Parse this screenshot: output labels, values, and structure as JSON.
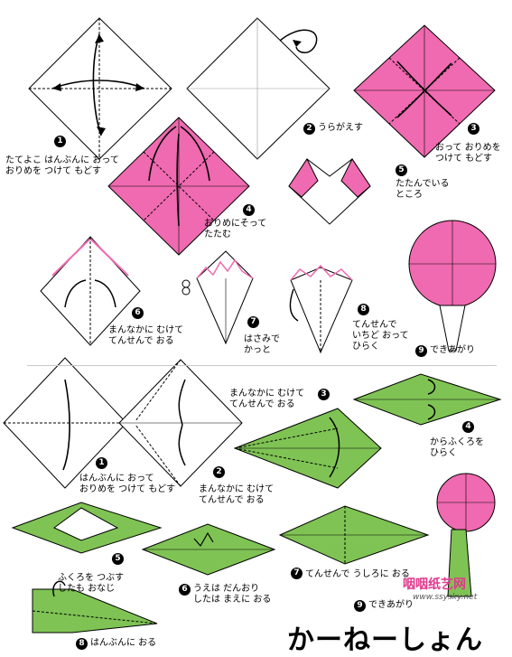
{
  "colors": {
    "pink": "#ef6ab0",
    "green": "#7fc354",
    "line": "#000000"
  },
  "upper": {
    "steps": [
      {
        "num": "1",
        "caption": "たてよこ はんぶんに おって\nおりめを つけて もどす"
      },
      {
        "num": "2",
        "caption": "うらがえす"
      },
      {
        "num": "3",
        "caption": "おって おりめを\nつけて もどす"
      },
      {
        "num": "4",
        "caption": "おりめにそって\nたたむ"
      },
      {
        "num": "5",
        "caption": "たたんでいる\nところ"
      },
      {
        "num": "6",
        "caption": "まんなかに むけて\nてんせんで おる"
      },
      {
        "num": "7",
        "caption": "はさみで\nかっと"
      },
      {
        "num": "8",
        "caption": "てんせんで\nいちど おって\nひらく"
      },
      {
        "num": "9",
        "caption": "できあがり"
      }
    ]
  },
  "lower": {
    "steps": [
      {
        "num": "1",
        "caption": "はんぶんに おって\nおりめを つけて もどす"
      },
      {
        "num": "2",
        "caption": "まんなかに むけて\nてんせんで おる"
      },
      {
        "num": "3",
        "caption": "まんなかに むけて\nてんせんで おる"
      },
      {
        "num": "4",
        "caption": "からふくろを\nひらく"
      },
      {
        "num": "5",
        "caption": "ふくろを つぶす\nしたも おなじ"
      },
      {
        "num": "6",
        "caption": "うえは だんおり\nしたは まえに おる"
      },
      {
        "num": "7",
        "caption": "てんせんで うしろに おる"
      },
      {
        "num": "8",
        "caption": "はんぶんに おる"
      },
      {
        "num": "9",
        "caption": "できあがり"
      }
    ]
  },
  "title": "かーねーしょん",
  "brand": "咽咽纸艺网",
  "url": "www.ssysky.net"
}
